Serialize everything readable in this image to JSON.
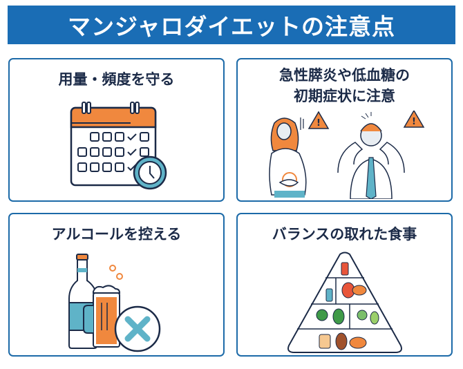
{
  "header": {
    "title": "マンジャロダイエットの注意点"
  },
  "cards": [
    {
      "title": "用量・頻度を守る",
      "icon": "calendar-clock-icon"
    },
    {
      "title_line1": "急性膵炎や低血糖の",
      "title_line2": "初期症状に注意",
      "icon": "symptoms-warning-icon"
    },
    {
      "title": "アルコールを控える",
      "icon": "no-alcohol-icon"
    },
    {
      "title": "バランスの取れた食事",
      "icon": "food-pyramid-icon"
    }
  ],
  "colors": {
    "primary": "#1a6db5",
    "orange": "#f0883e",
    "teal": "#5fb3c8",
    "navy": "#1b2a47"
  }
}
